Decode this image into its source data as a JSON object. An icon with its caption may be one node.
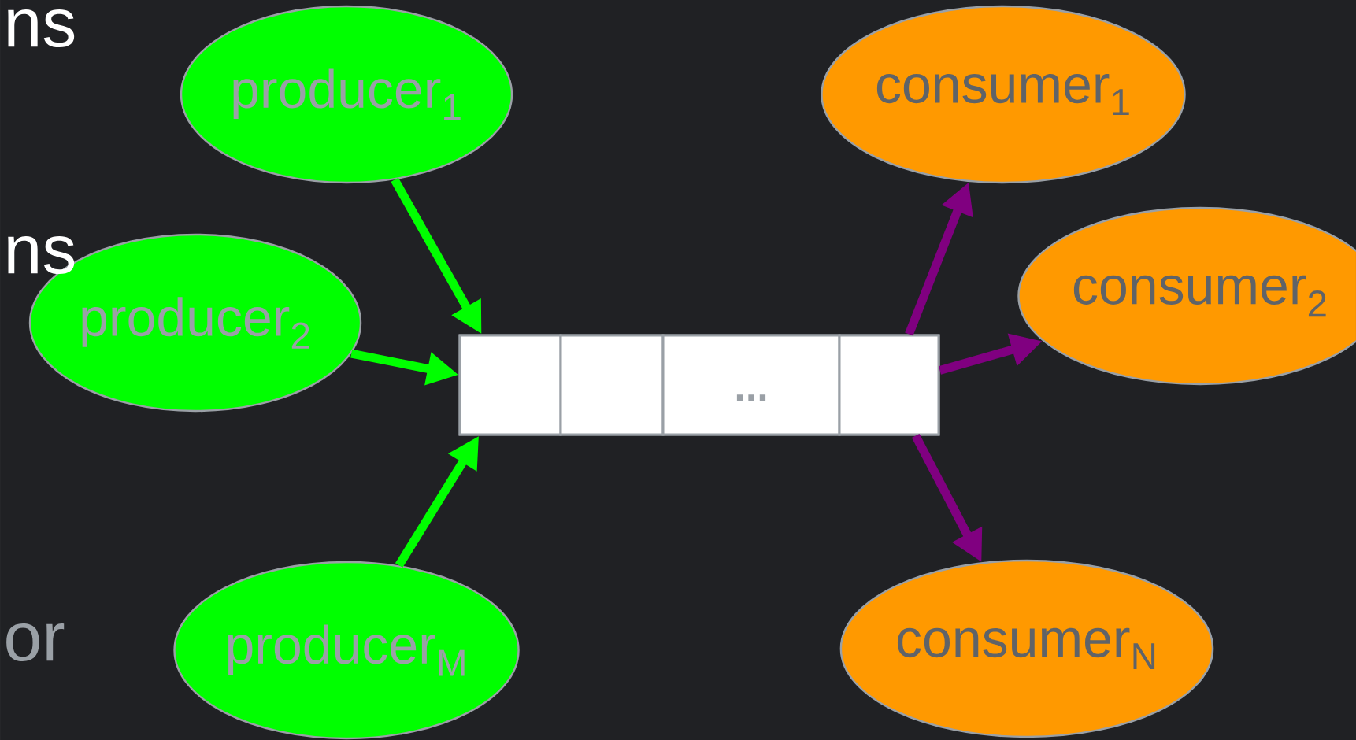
{
  "diagram": {
    "nodes": [
      {
        "text": [
          "producer$_{1}$"
        ]
      },
      {
        "text": [
          "producer$_{2}$"
        ]
      },
      {
        "text": [
          "producer$_{M}$"
        ]
      },
      {
        "text": [],
        "shape": "box"
      },
      {
        "text": [],
        "shape": "box",
        "in": 3
      },
      {
        "text": [],
        "shape": "box",
        "in": 3
      },
      {
        "text": [
          "..."
        ],
        "in": 3
      },
      {
        "text": [],
        "shape": "box",
        "in": 3
      },
      {
        "text": [
          "consumer$_{1}$"
        ]
      },
      {
        "text": [
          "consumer$_{2}$"
        ]
      },
      {
        "text": [
          "consumer$_{N}$"
        ]
      }
    ],
    "edges": [
      {
        "from": 0,
        "to": 4,
        "arrow": "to",
        "color": "#00ff00"
      },
      {
        "from": 1,
        "to": 4,
        "arrow": "to",
        "color": "#00ff00"
      },
      {
        "from": 2,
        "to": 4,
        "arrow": "to",
        "color": "#00ff00"
      },
      {
        "from": 7,
        "to": 8,
        "arrow": "to",
        "color": "#800080"
      },
      {
        "from": 7,
        "to": 9,
        "arrow": "to",
        "color": "#800080"
      },
      {
        "from": 7,
        "to": 10,
        "arrow": "to",
        "color": "#800080"
      }
    ],
    "labels": [
      "ns",
      "ns",
      "or"
    ]
  }
}
